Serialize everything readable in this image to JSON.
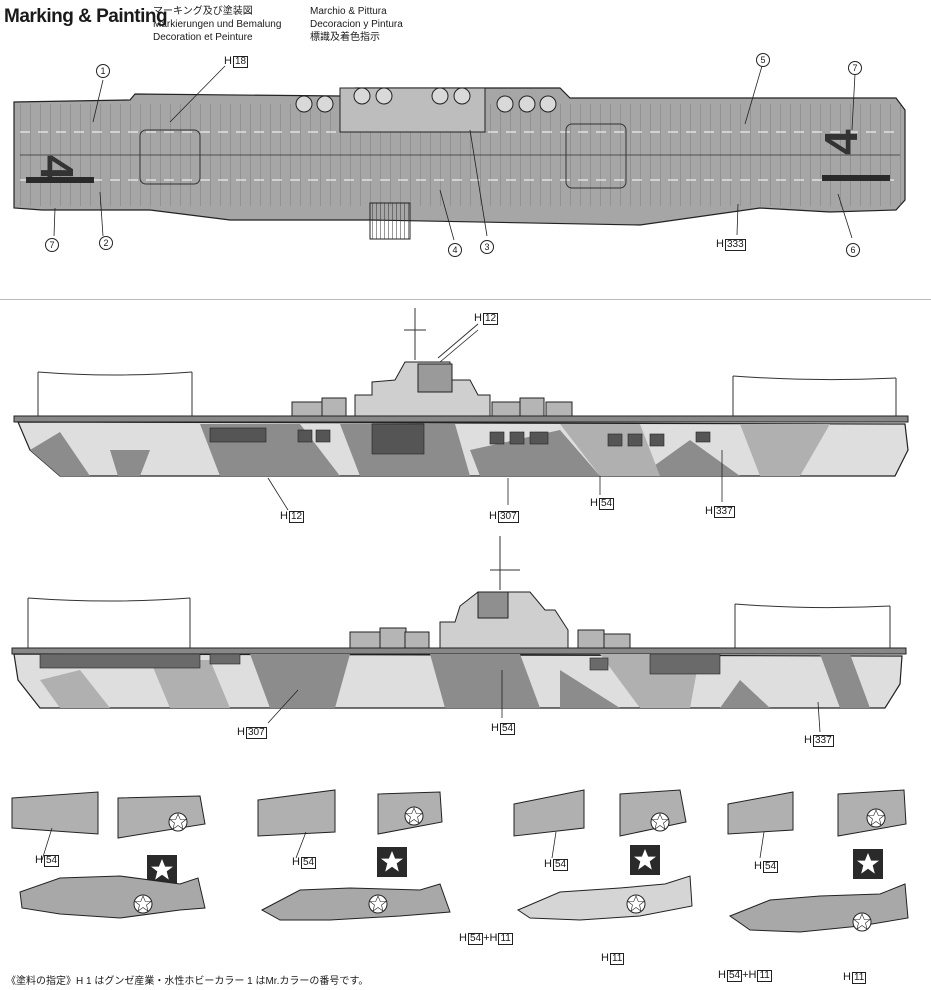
{
  "header": {
    "title": "Marking & Painting",
    "col1": [
      "マーキング及び塗装図",
      "Markierungen und Bemalung",
      "Decoration et Peinture"
    ],
    "col2": [
      "Marchio & Pittura",
      "Decoracion y Pintura",
      "標識及着色指示"
    ]
  },
  "deck_view": {
    "hull_number": "4",
    "callouts": [
      "1",
      "2",
      "3",
      "4",
      "5",
      "6",
      "7",
      "7"
    ],
    "color_labels": [
      {
        "prefix": "H",
        "code": "18"
      },
      {
        "prefix": "H",
        "code": "333"
      }
    ]
  },
  "side_view_1": {
    "color_labels": [
      {
        "prefix": "H",
        "code": "12"
      },
      {
        "prefix": "H",
        "code": "12"
      },
      {
        "prefix": "H",
        "code": "307"
      },
      {
        "prefix": "H",
        "code": "54"
      },
      {
        "prefix": "H",
        "code": "337"
      }
    ]
  },
  "side_view_2": {
    "color_labels": [
      {
        "prefix": "H",
        "code": "307"
      },
      {
        "prefix": "H",
        "code": "54"
      },
      {
        "prefix": "H",
        "code": "337"
      }
    ]
  },
  "aircraft": [
    {
      "labels": [
        {
          "prefix": "H",
          "code": "54"
        }
      ]
    },
    {
      "labels": [
        {
          "prefix": "H",
          "code": "54"
        }
      ]
    },
    {
      "labels": [
        {
          "prefix": "H",
          "code": "54"
        },
        {
          "prefix": "H",
          "code": "54",
          "plus": "11"
        },
        {
          "prefix": "H",
          "code": "11"
        }
      ]
    },
    {
      "labels": [
        {
          "prefix": "H",
          "code": "54"
        },
        {
          "prefix": "H",
          "code": "54",
          "plus": "11"
        },
        {
          "prefix": "H",
          "code": "11"
        }
      ]
    }
  ],
  "footer": "《塗料の指定》H 1 はグンゼ産業・水性ホビーカラー 1 はMr.カラーの番号です。",
  "colors": {
    "deck": "#a9a9a9",
    "hull_dark": "#8a8a8a",
    "hull_light": "#dcdcdc",
    "hull_mid": "#b5b5b5",
    "line": "#222222"
  }
}
